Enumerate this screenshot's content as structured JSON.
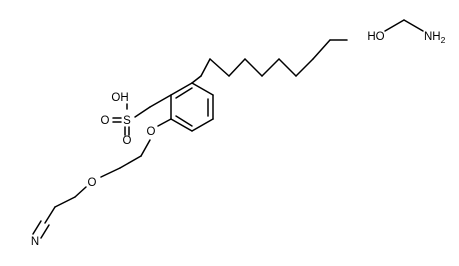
{
  "diagram": {
    "type": "chemical-structure",
    "background_color": "#ffffff",
    "line_color": "#000000",
    "atoms": {
      "oh_top": "OH",
      "s": "S",
      "o_left": "O",
      "o_bottom": "O",
      "o_ether1": "O",
      "o_ether2": "O",
      "n": "N",
      "ho": "HO",
      "nh": "NH",
      "nh_sub": "2"
    }
  }
}
